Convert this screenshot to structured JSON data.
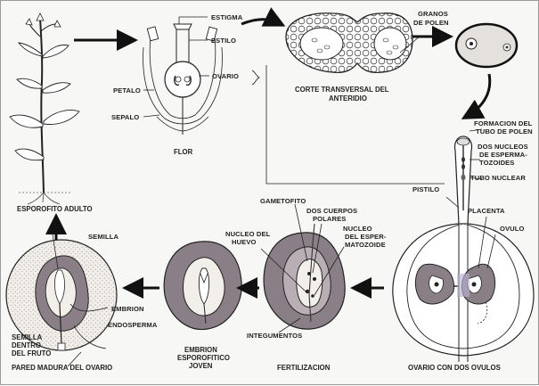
{
  "labels": {
    "estigma": "ESTIGMA",
    "estilo": "ESTILO",
    "ovario": "OVARIO",
    "petalo": "PETALO",
    "sepalo": "SEPALO",
    "flor": "FLOR",
    "granos_1": "GRANOS",
    "granos_2": "DE POLEN",
    "corte_1": "CORTE TRANSVERSAL DEL",
    "corte_2": "ANTERIDIO",
    "formacion_1": "FORMACION DEL",
    "formacion_2": "TUBO DE POLEN",
    "dos_nucleos_1": "DOS NUCLEOS",
    "dos_nucleos_2": "DE ESPERMA-",
    "dos_nucleos_3": "TOZOIDES",
    "tubo_nuclear": "TUBO NUCLEAR",
    "pistilo": "PISTILO",
    "esporofito": "ESPOROFITO  ADULTO",
    "placenta": "PLACENTA",
    "ovulo": "OVULO",
    "ovario_ovulos": "OVARIO CON DOS OVULOS",
    "gametofito": "GAMETOFITO",
    "dos_cuerpos_1": "DOS CUERPOS",
    "dos_cuerpos_2": "POLARES",
    "nucleo_huevo_1": "NUCLEO DEL",
    "nucleo_huevo_2": "HUEVO",
    "nucleo_esp_1": "NUCLEO",
    "nucleo_esp_2": "DEL ESPER-",
    "nucleo_esp_3": "MATOZOIDE",
    "integumentos": "INTEGUMENTOS",
    "fertilizacion": "FERTILIZACION",
    "embrion_joven_1": "EMBRION",
    "embrion_joven_2": "ESPOROFITICO",
    "embrion_joven_3": "JOVEN",
    "semilla": "SEMILLA",
    "embrion": "EMBRION",
    "endosperma": "ENDOSPERMA",
    "semilla_dentro_1": "SEMILLA",
    "semilla_dentro_2": "DENTRO",
    "semilla_dentro_3": "DEL FRUTO",
    "pared_madura": "PARED MADURA DEL OVARIO"
  },
  "colors": {
    "ink": "#1f1f1f",
    "tissue_dark": "#8a7f86",
    "tissue_mid": "#b9aeb4",
    "stipple": "#e9e6e2",
    "accent_ovule": "#c9a24a"
  }
}
